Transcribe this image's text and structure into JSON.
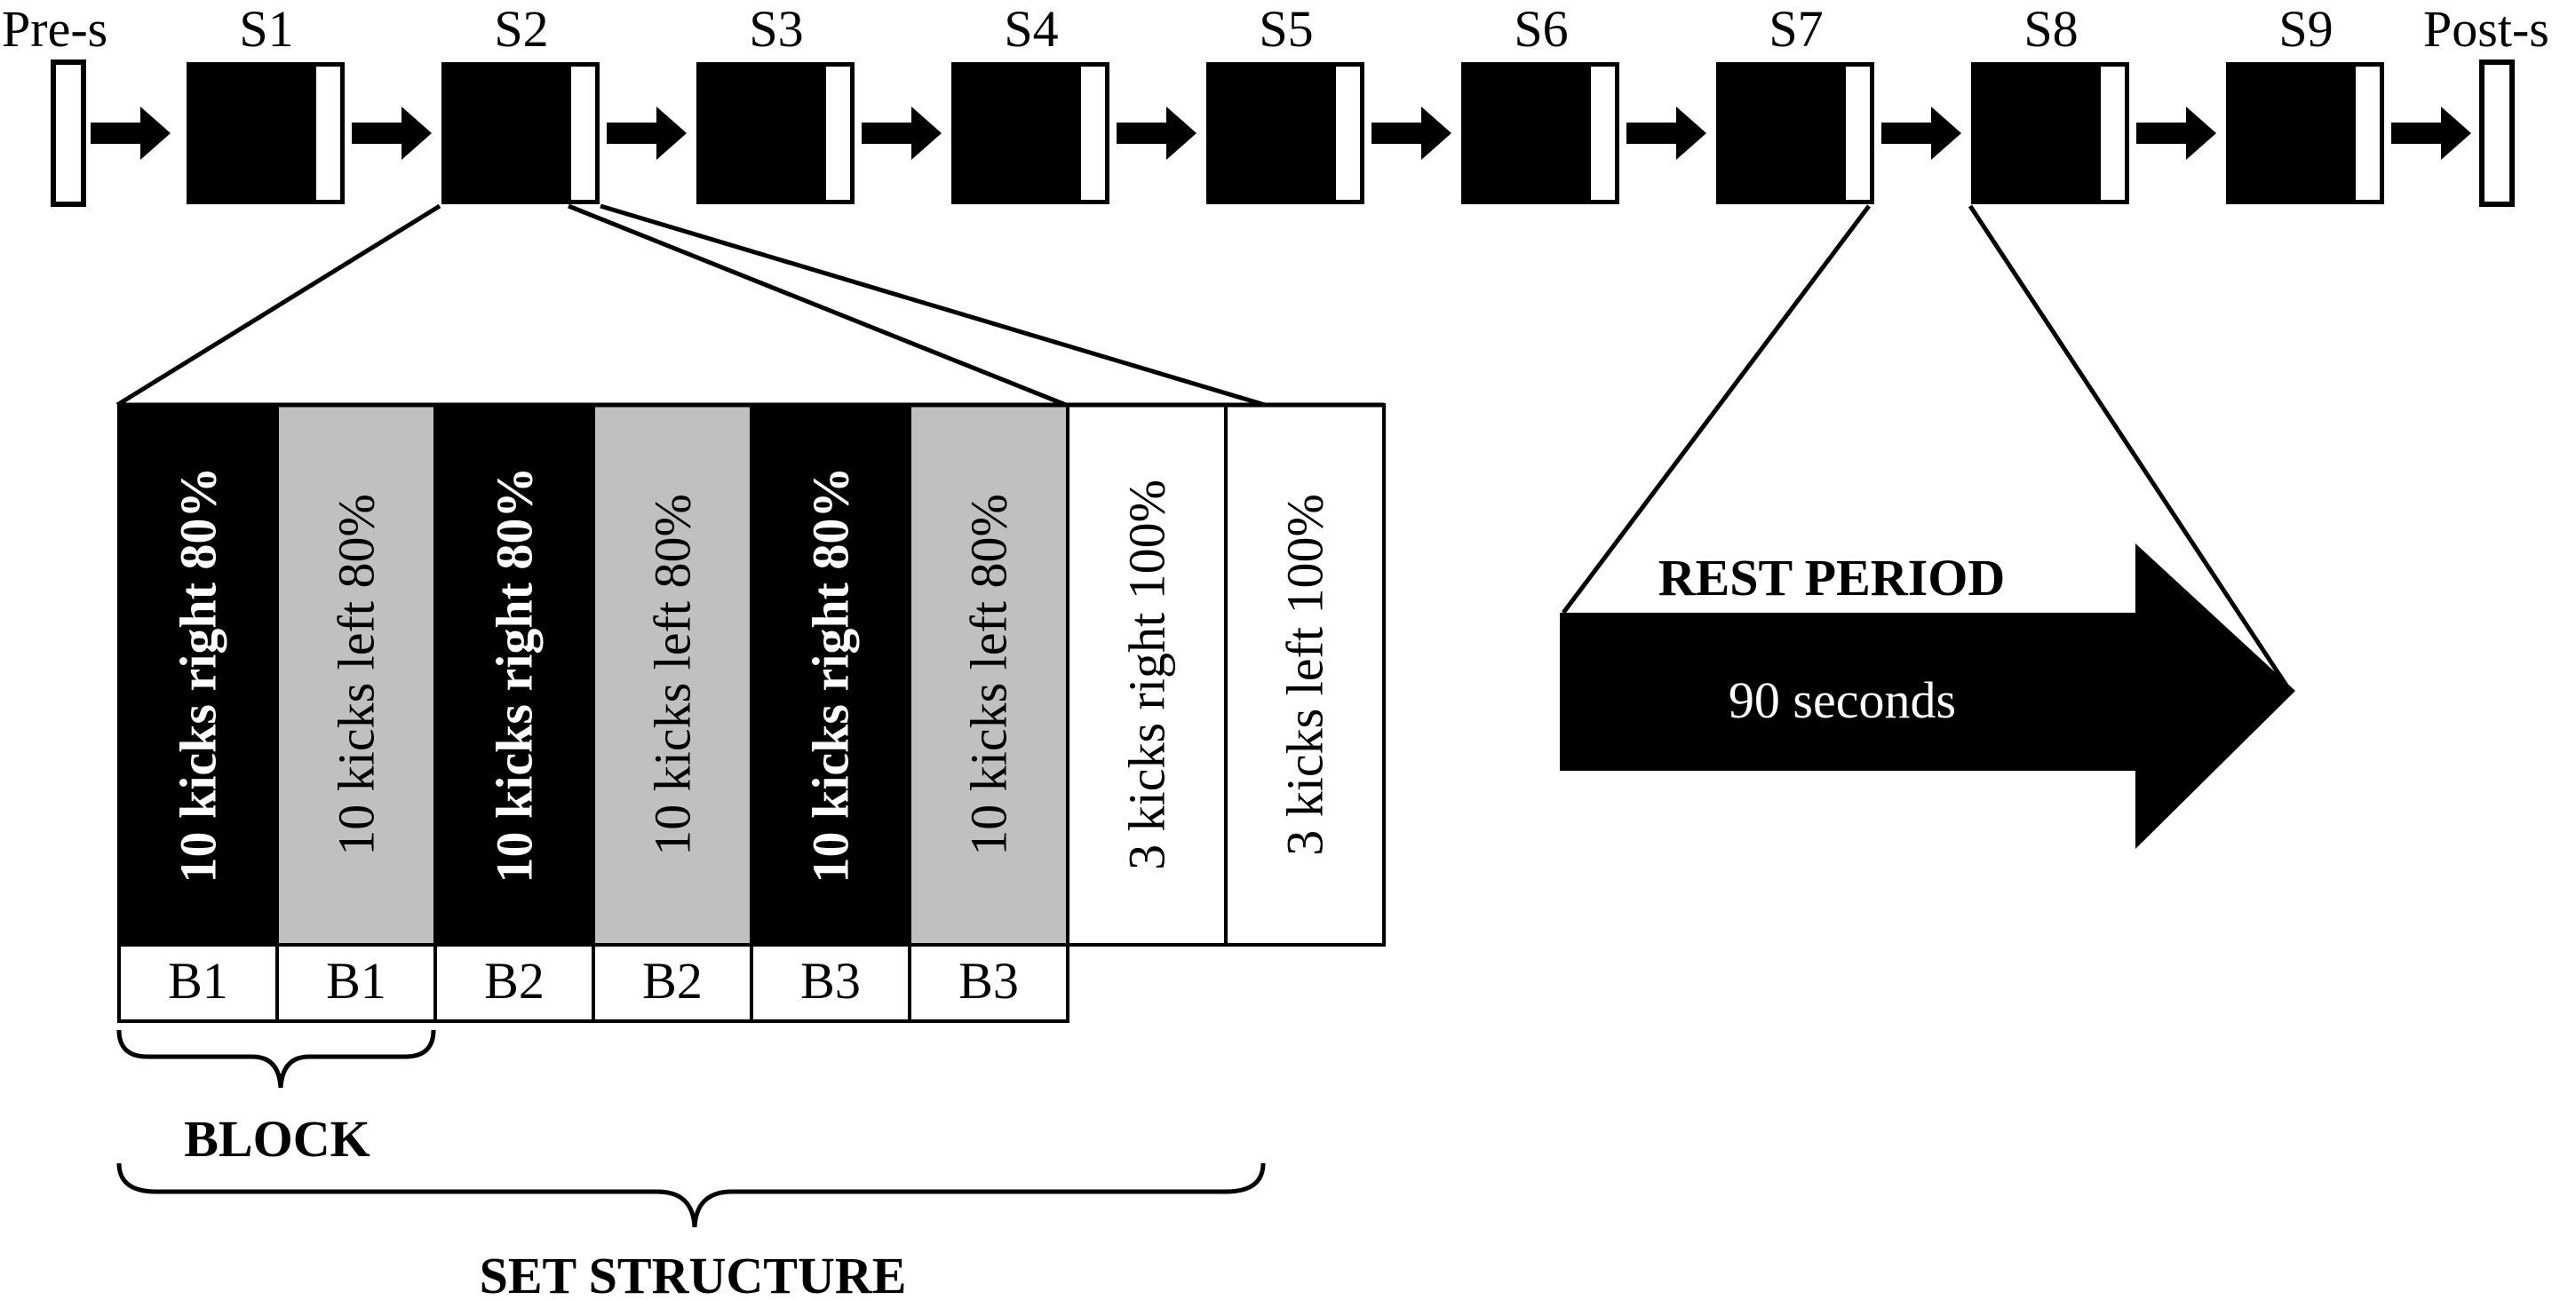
{
  "colors": {
    "dark": "#000000",
    "light": "#ffffff",
    "gray": "#c0c0c0"
  },
  "pre_label": "Pre-s",
  "post_label": "Post-s",
  "sets": [
    "S1",
    "S2",
    "S3",
    "S4",
    "S5",
    "S6",
    "S7",
    "S8",
    "S9"
  ],
  "set_structure": {
    "columns": [
      {
        "text": "10 kicks right 80%",
        "fill": "dark",
        "block": "B1"
      },
      {
        "text": "10 kicks left 80%",
        "fill": "gray",
        "block": "B1"
      },
      {
        "text": "10 kicks right 80%",
        "fill": "dark",
        "block": "B2"
      },
      {
        "text": "10 kicks left 80%",
        "fill": "gray",
        "block": "B2"
      },
      {
        "text": "10 kicks right 80%",
        "fill": "dark",
        "block": "B3"
      },
      {
        "text": "10 kicks left 80%",
        "fill": "gray",
        "block": "B3"
      },
      {
        "text": "3 kicks right 100%",
        "fill": "light",
        "block": ""
      },
      {
        "text": "3 kicks left 100%",
        "fill": "light",
        "block": ""
      }
    ],
    "block_label": "BLOCK",
    "set_structure_label": "SET STRUCTURE"
  },
  "rest": {
    "title": "REST PERIOD",
    "duration": "90 seconds"
  }
}
